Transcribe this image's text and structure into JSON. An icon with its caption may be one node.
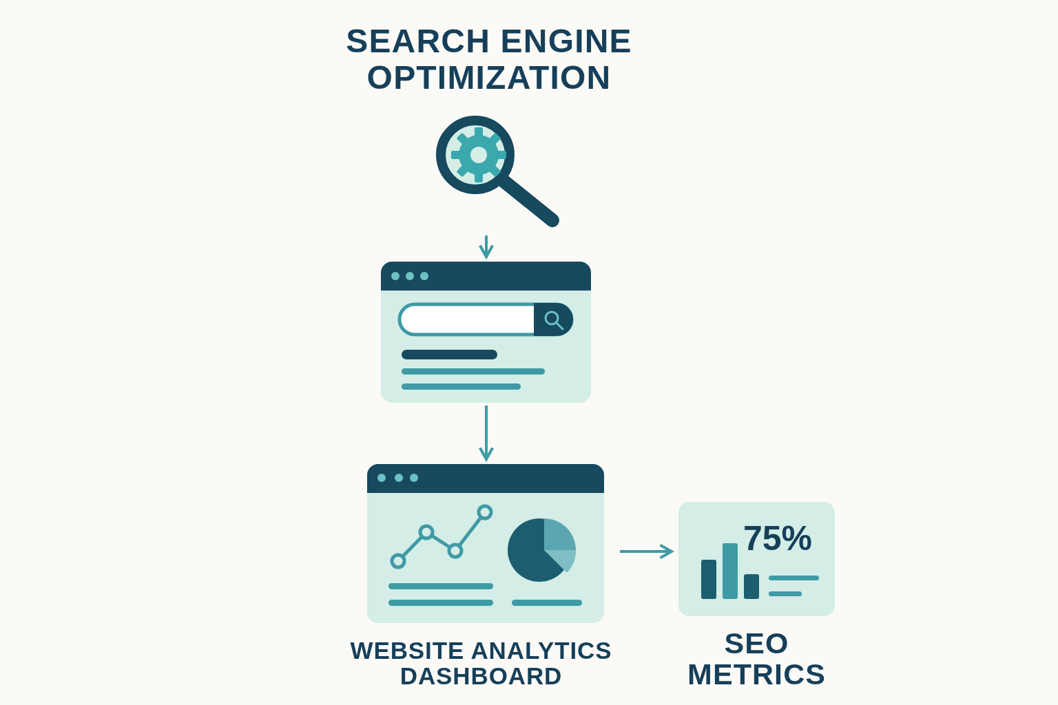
{
  "diagram": {
    "title": "SEARCH ENGINE OPTIMIZATION",
    "nodes": [
      {
        "text": [],
        "shape": "picture"
      },
      {
        "text": [],
        "shape": "picture"
      },
      {
        "text": [
          "WEBSITE ANALYTICS DASHBOARD"
        ]
      },
      {
        "text": [
          "75%",
          "SEO METRICS"
        ]
      }
    ],
    "edges": [
      {
        "from": 0,
        "to": 1,
        "arrow": "to"
      },
      {
        "from": 1,
        "to": 2,
        "arrow": "to"
      },
      {
        "from": 2,
        "to": 3,
        "arrow": "to"
      }
    ]
  }
}
